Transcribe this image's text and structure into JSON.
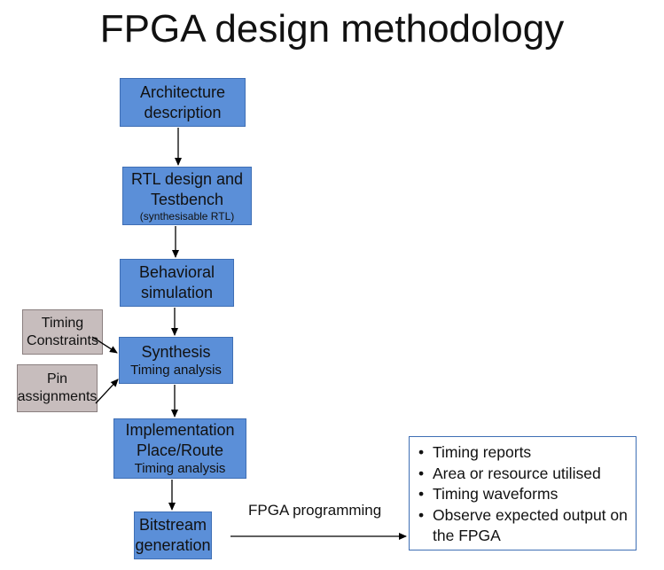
{
  "title": "FPGA design methodology",
  "steps": {
    "architecture": {
      "line1": "Architecture",
      "line2": "description"
    },
    "rtl": {
      "line1": "RTL design and",
      "line2": "Testbench",
      "note": "(synthesisable RTL)"
    },
    "behavioral": {
      "line1": "Behavioral",
      "line2": "simulation"
    },
    "synthesis": {
      "line1": "Synthesis",
      "note": "Timing analysis"
    },
    "implementation": {
      "line1": "Implementation",
      "line2": "Place/Route",
      "note": "Timing analysis"
    },
    "bitstream": {
      "line1": "Bitstream",
      "line2": "generation"
    }
  },
  "inputs": {
    "timing_constraints": {
      "line1": "Timing",
      "line2": "Constraints"
    },
    "pin_assignments": {
      "line1": "Pin",
      "line2": "assignments"
    }
  },
  "edge_label": "FPGA programming",
  "outputs": [
    "Timing reports",
    "Area or resource utilised",
    "Timing waveforms",
    "Observe expected output on the FPGA"
  ],
  "colors": {
    "step_fill": "#5b8fd8",
    "input_fill": "#c7bdbd",
    "output_border": "#3f6fb5"
  }
}
